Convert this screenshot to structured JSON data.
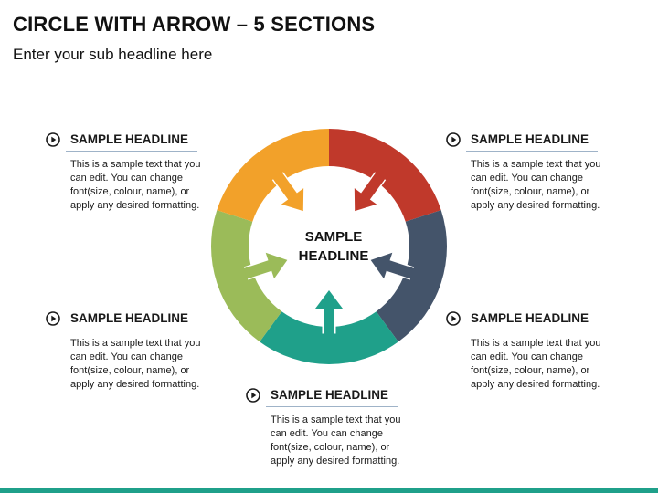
{
  "title": "CIRCLE WITH ARROW – 5 SECTIONS",
  "subtitle": "Enter your sub headline here",
  "center_label_line1": "SAMPLE",
  "center_label_line2": "HEADLINE",
  "colors": {
    "red": "#c0392b",
    "slate": "#44546a",
    "teal": "#1fa08a",
    "green": "#9bbb59",
    "orange": "#f2a12a",
    "bottom_bar": "#1fa08a"
  },
  "sections": [
    {
      "headline": "SAMPLE HEADLINE",
      "body": "This is a sample text that you can edit. You can change font(size, colour, name), or apply any desired formatting."
    },
    {
      "headline": "SAMPLE HEADLINE",
      "body": "This is a sample text that you can edit. You can change font(size, colour, name), or apply any desired formatting."
    },
    {
      "headline": "SAMPLE HEADLINE",
      "body": "This is a sample text that you can edit. You can change font(size, colour, name), or apply any desired formatting."
    },
    {
      "headline": "SAMPLE HEADLINE",
      "body": "This is a sample text that you can edit. You can change font(size, colour, name), or apply any desired formatting."
    },
    {
      "headline": "SAMPLE HEADLINE",
      "body": "This is a sample text that you can edit. You can change font(size, colour, name), or apply any desired formatting."
    }
  ]
}
